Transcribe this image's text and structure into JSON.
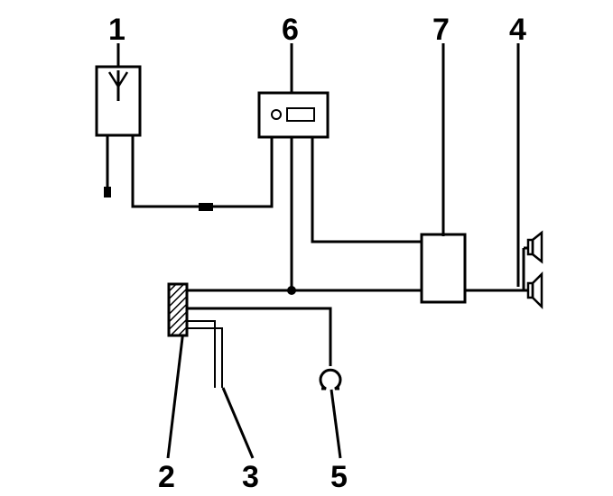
{
  "diagram": {
    "labels": {
      "antenna": "1",
      "ground_block": "2",
      "connector": "3",
      "fuse": "5",
      "radio": "6",
      "amplifier": "7",
      "speakers": "4"
    },
    "colors": {
      "line": "#000000",
      "background": "#ffffff"
    }
  }
}
